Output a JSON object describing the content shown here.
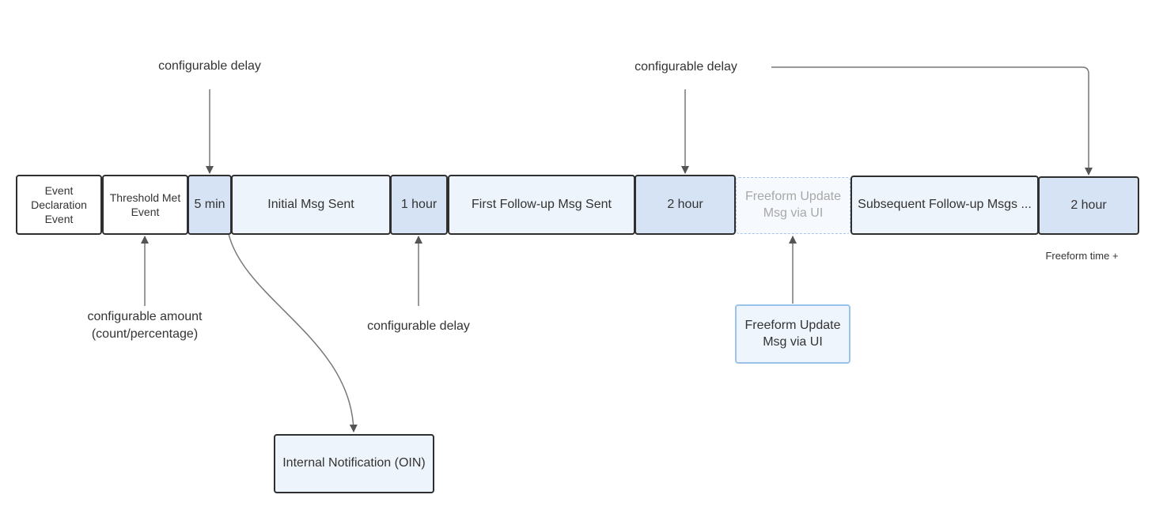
{
  "timeline": {
    "event_declaration": "Event Declaration Event",
    "threshold_met": "Threshold Met Event",
    "delay_5min": "5 min",
    "initial_msg": "Initial Msg Sent",
    "delay_1hour": "1 hour",
    "first_followup": "First Follow-up Msg Sent",
    "delay_2hour_a": "2 hour",
    "freeform_ghost": "Freeform Update Msg via UI",
    "subsequent_followup": "Subsequent Follow-up Msgs ...",
    "delay_2hour_b": "2 hour"
  },
  "annotations": {
    "configurable_delay_1": "configurable delay",
    "configurable_delay_2": "configurable delay",
    "configurable_delay_3": "configurable delay",
    "configurable_amount": "configurable amount (count/percentage)",
    "freeform_time": "Freeform time +"
  },
  "side_boxes": {
    "freeform_update": "Freeform Update Msg via UI",
    "internal_notification": "Internal Notification (OIN)"
  },
  "colors": {
    "line": "#666666",
    "border": "#2f2f2f",
    "light_fill": "#eef4fb",
    "mid_fill": "#d6e3f5",
    "note_border": "#9bc3ea"
  }
}
